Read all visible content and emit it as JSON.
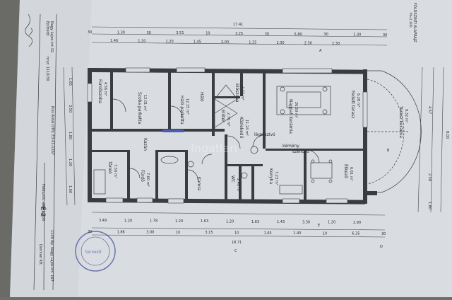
{
  "title_block": {
    "plan_title": "FÖLDSZINTI ALAPRAJZ",
    "plan_scale": "M=1:100",
    "scale_label": "M= 1:100",
    "sheet_label": "É-2",
    "left_texts": [
      "Építtető:",
      "Nagy Lajos krt 32.",
      "hrsz: 1110/30",
      "Földszinti alaprajz",
      "Kiss Antal  OTN: É3-01-1267",
      "1149 Bp. Nagy Lajos krt. 167",
      "Dornner Kft."
    ],
    "stamp_text": "tervező"
  },
  "rooms": [
    {
      "name": "Fürdőszoba",
      "area": "4.56 m²"
    },
    {
      "name": "Szoba parketta",
      "area": "12.01 m²"
    },
    {
      "name": "Háló parketta",
      "area": "12.15 m²"
    },
    {
      "name": "Háló",
      "area": ""
    },
    {
      "name": "Előszoba",
      "area": "4.37 m²"
    },
    {
      "name": "Előtér",
      "area": "2.76 m²"
    },
    {
      "name": "Nappali kerámia",
      "area": "26.50 m²"
    },
    {
      "name": "Fedett terasz",
      "area": "6.28 m²"
    },
    {
      "name": "Terasz kerámia",
      "area": "9.32 m²"
    },
    {
      "name": "Közlekedő",
      "area": "11.24 m²"
    },
    {
      "name": "Kazán",
      "area": ""
    },
    {
      "name": "Tároló",
      "area": "7.50 m²"
    },
    {
      "name": "Fürdő",
      "area": "7.60 m²"
    },
    {
      "name": "Kamra",
      "area": ""
    },
    {
      "name": "WC",
      "area": "2.40 m²"
    },
    {
      "name": "Konyha",
      "area": "7.23 m²"
    },
    {
      "name": "Étkező",
      "area": "6.61 m²"
    },
    {
      "name": "kémény",
      "area": ""
    },
    {
      "name": "légelszívó",
      "area": ""
    },
    {
      "name": "szellőző",
      "area": ""
    }
  ],
  "dimensions": {
    "top_total": "17.41",
    "top_row1": [
      "30",
      "1.30",
      "30",
      "3.51",
      "10",
      "3.25",
      "30",
      "5.80",
      "30",
      "1.30",
      "30"
    ],
    "top_row2": [
      "1.46",
      "1.20",
      "1.20",
      "1.45",
      "2.00",
      "1.25",
      "2.30",
      "2.30",
      "2.30"
    ],
    "bottom_row1": [
      "3.49",
      "1.20",
      "1.78",
      "1.20",
      "1.63",
      "1.20",
      "1.63",
      "1.43",
      "3.30",
      "1.20",
      "2.90"
    ],
    "bottom_row2": [
      "30",
      "1.86",
      "3.00",
      "10",
      "3.15",
      "10",
      "1.65",
      "1.40",
      "10",
      "6.35",
      "30"
    ],
    "bottom_total": "18.71",
    "right_total": "8.00",
    "right_row": [
      "4.57",
      "2.58",
      "1.80"
    ],
    "left_row": [
      "1.65",
      "3.50",
      "1.80",
      "1.20",
      "1.60"
    ],
    "axis_labels": [
      "A",
      "B",
      "C",
      "D",
      "E"
    ]
  },
  "watermark": "Ingatlan"
}
